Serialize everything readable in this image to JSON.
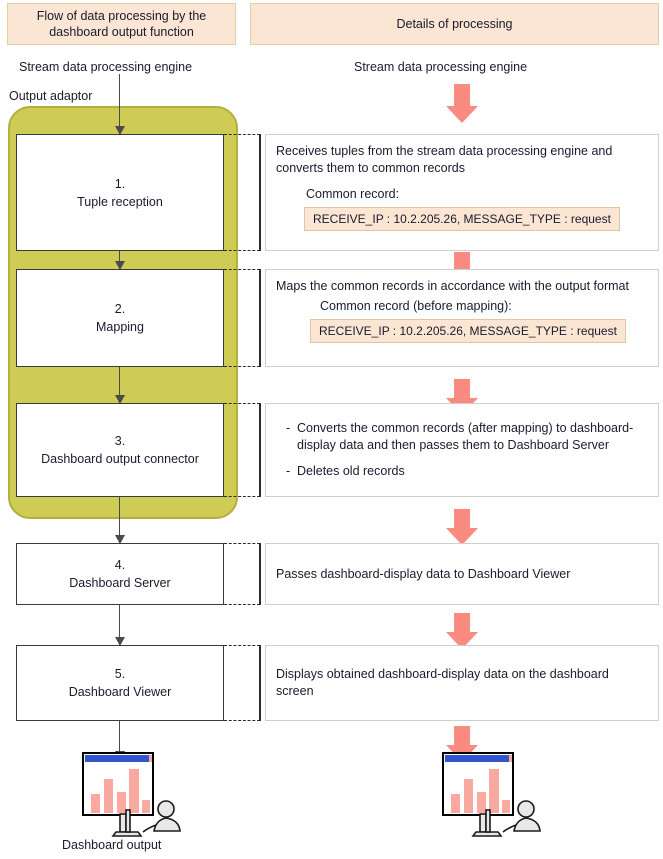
{
  "headers": {
    "left": "Flow of data processing by the dashboard output function",
    "right": "Details of processing"
  },
  "labels": {
    "engine_left": "Stream data processing engine",
    "engine_right": "Stream data processing engine",
    "output_adaptor": "Output adaptor",
    "dashboard_output": "Dashboard output"
  },
  "colors": {
    "header_bg": "#fbe6d4",
    "header_border": "#e8c9a8",
    "adaptor_fill": "#cfcc55",
    "adaptor_border": "#b3ae3f",
    "flow_arrow": "#4a4a4a",
    "detail_arrow": "#f98b80",
    "record_chip_bg": "#fbe6d4",
    "process_border": "#3a3a3a",
    "panel_border": "#cfcfcf"
  },
  "steps": [
    {
      "number": "1.",
      "name": "Tuple reception"
    },
    {
      "number": "2.",
      "name": "Mapping"
    },
    {
      "number": "3.",
      "name": "Dashboard output connector"
    },
    {
      "number": "4.",
      "name": "Dashboard Server"
    },
    {
      "number": "5.",
      "name": "Dashboard Viewer"
    }
  ],
  "details": {
    "d1": {
      "lead": "Receives tuples from the stream data processing engine and converts them to common records",
      "sub_label": "Common record:",
      "record": "RECEIVE_IP : 10.2.205.26, MESSAGE_TYPE : request"
    },
    "d2": {
      "lead": "Maps the common records in accordance with the output format",
      "sub_label": "Common record (before mapping):",
      "record": "RECEIVE_IP : 10.2.205.26, MESSAGE_TYPE : request"
    },
    "d3": {
      "bullet_dash": "-",
      "bullet1": "Converts the common records (after mapping) to dashboard-display data and then passes them to Dashboard Server",
      "bullet2": "Deletes old records"
    },
    "d4": {
      "text": "Passes dashboard-display data to Dashboard Viewer"
    },
    "d5": {
      "text": "Displays obtained dashboard-display data on the dashboard screen"
    }
  },
  "icons": {
    "dashboard_window": "dashboard-window-icon",
    "person_at_desk": "person-at-desk-icon",
    "flow_arrow": "down-arrow-icon",
    "detail_arrow": "down-arrow-icon",
    "bar_chart_values": [
      38,
      62,
      40,
      86,
      24
    ],
    "title_bar_color": "#3355cc",
    "bar_color": "#f9a9a0"
  }
}
